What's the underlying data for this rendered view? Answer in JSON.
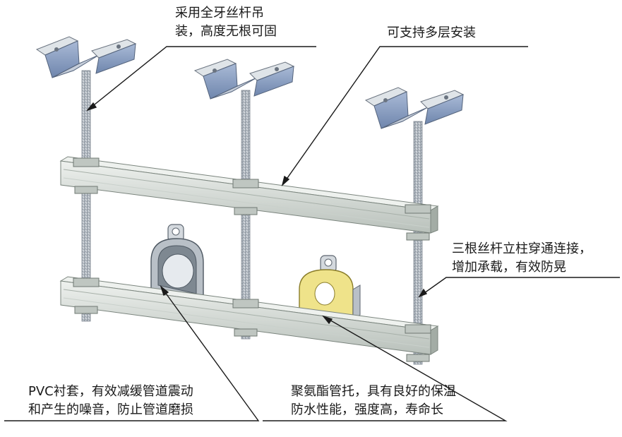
{
  "callouts": {
    "rod_hanging": {
      "line1": "采用全牙丝杆吊",
      "line2": "装，高度无根可固"
    },
    "multi_layer": {
      "line1": "可支持多层安装"
    },
    "three_rods": {
      "line1": "三根丝杆立柱穿通连接，",
      "line2": "增加承载，有效防晃"
    },
    "pvc_liner": {
      "line1": "PVC衬套，有效减缓管道震动",
      "line2": "和产生的噪音，防止管道磨损"
    },
    "pu_support": {
      "line1": "聚氨酯管托，具有良好的保温",
      "line2": "防水性能，强度高，寿命长"
    }
  },
  "colors": {
    "channel": "#d6dcd7",
    "channel_dark": "#9ea8a2",
    "bracket": "#8fa3c4",
    "clamp": "#b9c0c7",
    "pu_foam": "#efe38a",
    "rod": "#c9cfd6",
    "line": "#1a1a1a"
  }
}
